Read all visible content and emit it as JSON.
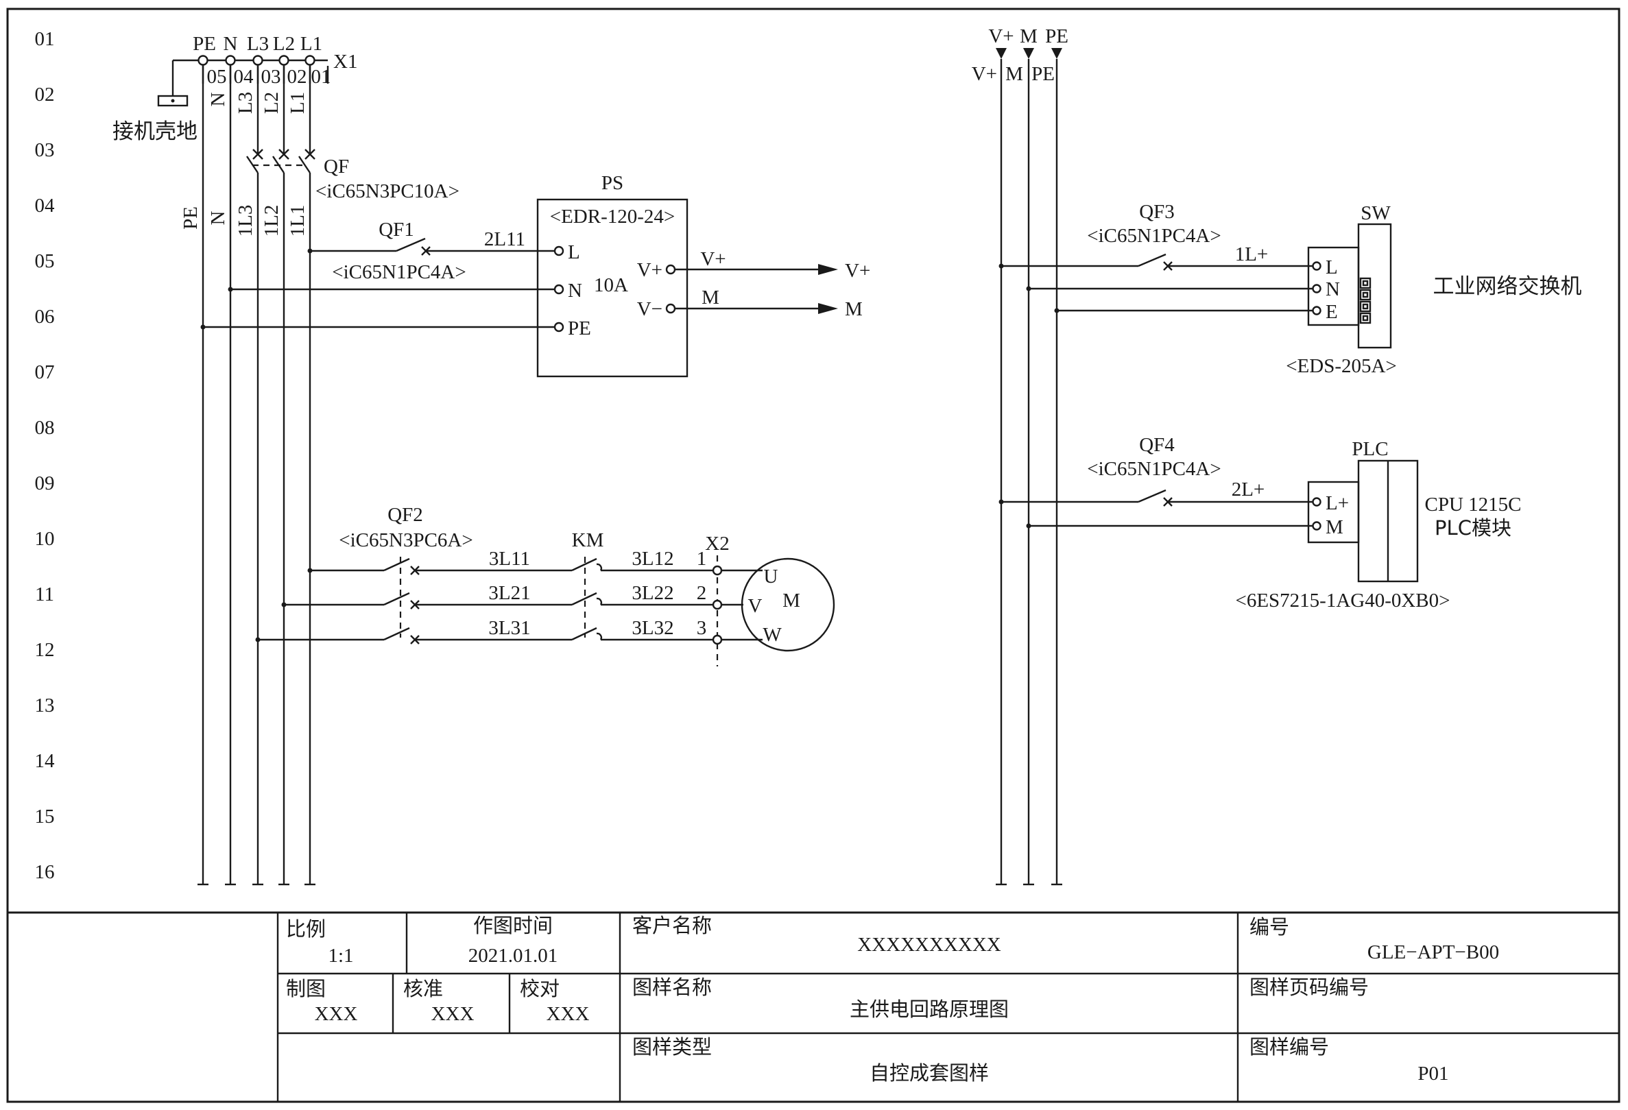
{
  "row_numbers": [
    "01",
    "02",
    "03",
    "04",
    "05",
    "06",
    "07",
    "08",
    "09",
    "10",
    "11",
    "12",
    "13",
    "14",
    "15",
    "16"
  ],
  "supply": {
    "terminal_labels": [
      "PE",
      "N",
      "L3",
      "L2",
      "L1"
    ],
    "terminal_block": "X1",
    "terminal_numbers": [
      "05",
      "04",
      "03",
      "02",
      "01"
    ],
    "wire_labels_upper": [
      "N",
      "L3",
      "L2",
      "L1"
    ],
    "wire_labels_lower": [
      "PE",
      "N",
      "1L3",
      "1L2",
      "1L1"
    ],
    "ground_label": "接机壳地",
    "main_breaker": {
      "tag": "QF",
      "model": "<iC65N3PC10A>"
    }
  },
  "power_supply": {
    "tag": "PS",
    "model": "<EDR-120-24>",
    "rating": "10A",
    "inputs": [
      "L",
      "N",
      "PE"
    ],
    "outputs": [
      "V+",
      "V−"
    ],
    "input_wire": "2L11",
    "breaker": {
      "tag": "QF1",
      "model": "<iC65N1PC4A>"
    },
    "output_wires": [
      "V+",
      "M"
    ],
    "output_targets": [
      "V+",
      "M"
    ]
  },
  "motor_circuit": {
    "breaker": {
      "tag": "QF2",
      "model": "<iC65N3PC6A>"
    },
    "contactor": "KM",
    "terminal_block": "X2",
    "terminal_numbers": [
      "1",
      "2",
      "3"
    ],
    "wires_in": [
      "3L11",
      "3L21",
      "3L31"
    ],
    "wires_out": [
      "3L12",
      "3L22",
      "3L32"
    ],
    "motor": {
      "label": "M",
      "terminals": [
        "U",
        "V",
        "W"
      ]
    }
  },
  "dc_bus": {
    "header": [
      "V+",
      "M",
      "PE"
    ],
    "sub": [
      "V+",
      "M",
      "PE"
    ]
  },
  "switch": {
    "tag": "SW",
    "breaker": {
      "tag": "QF3",
      "model": "<iC65N1PC4A>"
    },
    "wire": "1L+",
    "terminals": [
      "L",
      "N",
      "E"
    ],
    "model": "<EDS-205A>",
    "description": "工业网络交换机"
  },
  "plc": {
    "tag": "PLC",
    "breaker": {
      "tag": "QF4",
      "model": "<iC65N1PC4A>"
    },
    "wire": "2L+",
    "terminals": [
      "L+",
      "M"
    ],
    "model": "<6ES7215-1AG40-0XB0>",
    "description_line1": "CPU 1215C",
    "description_line2": "PLC模块"
  },
  "title_block": {
    "scale_label": "比例",
    "scale_value": "1:1",
    "date_label": "作图时间",
    "date_value": "2021.01.01",
    "customer_label": "客户名称",
    "customer_value": "XXXXXXXXXX",
    "number_label": "编号",
    "number_value": "GLE−APT−B00",
    "drawn_label": "制图",
    "drawn_value": "XXX",
    "approved_label": "核准",
    "approved_value": "XXX",
    "checked_label": "校对",
    "checked_value": "XXX",
    "drawing_name_label": "图样名称",
    "drawing_name_value": "主供电回路原理图",
    "page_code_label": "图样页码编号",
    "drawing_type_label": "图样类型",
    "drawing_type_value": "自控成套图样",
    "drawing_number_label": "图样编号",
    "drawing_number_value": "P01"
  }
}
